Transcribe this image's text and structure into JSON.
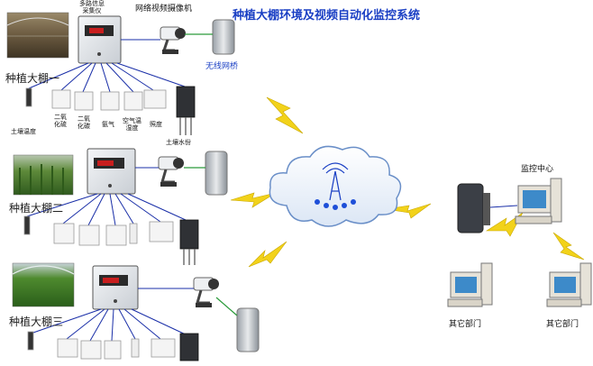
{
  "title": "种植大棚环境及视频自动化监控系统",
  "greenhouses": [
    {
      "label": "种植大棚一"
    },
    {
      "label": "种植大棚二"
    },
    {
      "label": "种植大棚三"
    }
  ],
  "device_labels": {
    "collector": "多路信息\n采集仪",
    "camera": "网络视频摄像机",
    "bridge": "无线网桥",
    "soil_moisture": "土壤水份"
  },
  "sensor_labels": [
    "土壤温度",
    "二氧\n化硫",
    "二氧\n化碳",
    "氨气",
    "空气温\n湿度",
    "照度"
  ],
  "monitor_center": "监控中心",
  "other_departments": [
    "其它部门",
    "其它部门"
  ],
  "colors": {
    "title": "#1a3fc4",
    "lines": "#1a2fa8",
    "lightning": "#f2d21a",
    "cloud_stroke": "#6a8fc8",
    "antenna_line": "#2a9a3a"
  }
}
